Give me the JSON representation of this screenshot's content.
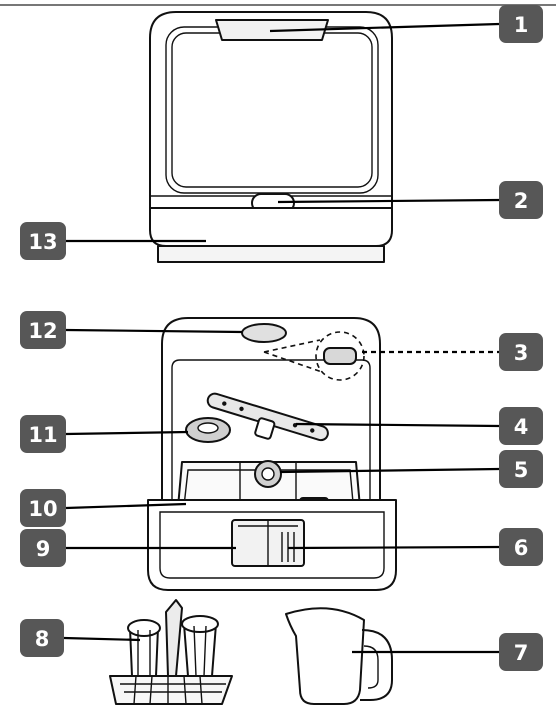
{
  "callouts": {
    "c1": "1",
    "c2": "2",
    "c3": "3",
    "c4": "4",
    "c5": "5",
    "c6": "6",
    "c7": "7",
    "c8": "8",
    "c9": "9",
    "c10": "10",
    "c11": "11",
    "c12": "12",
    "c13": "13"
  },
  "colors": {
    "badge": "#575757",
    "badge_text": "#ffffff",
    "line": "#000000"
  }
}
